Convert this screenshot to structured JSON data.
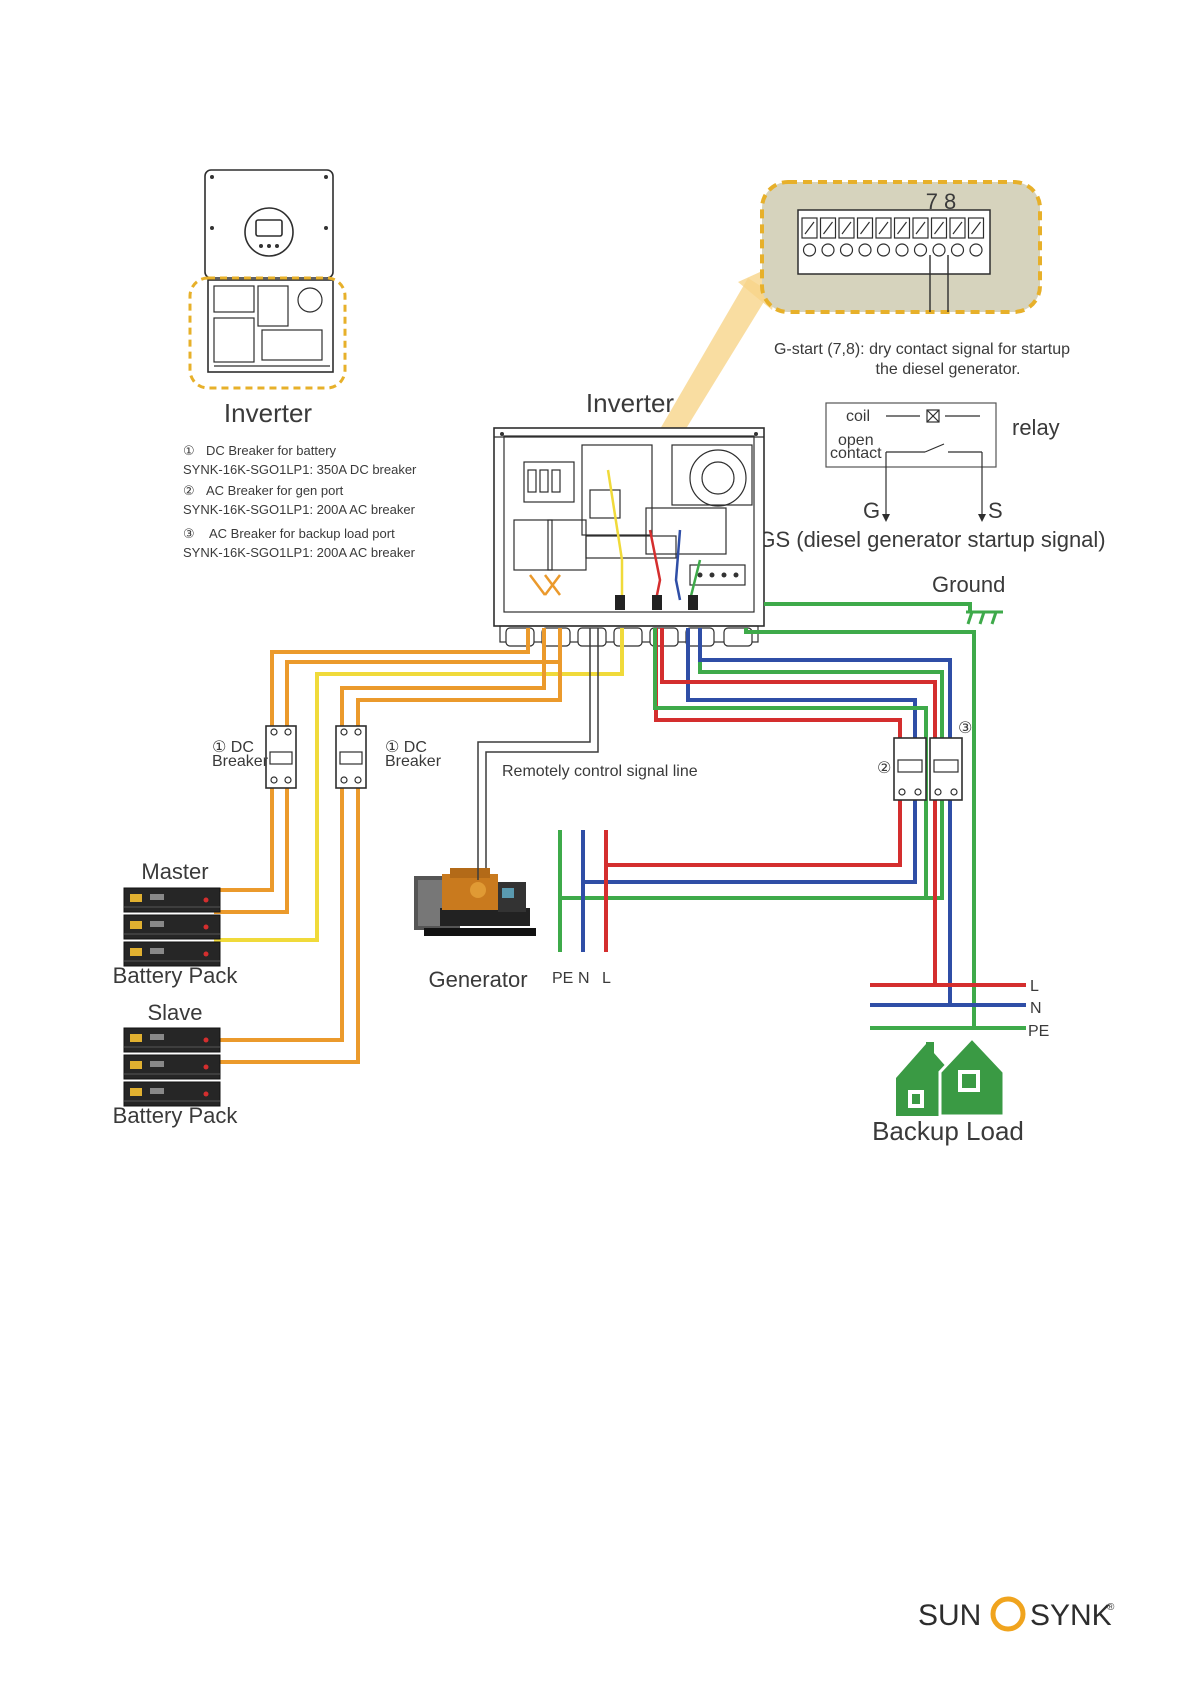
{
  "labels": {
    "inverter_top": "Inverter",
    "inverter_main": "Inverter",
    "terminal_numbers": "7 8",
    "gstart_line1": "G-start (7,8): dry contact signal for startup",
    "gstart_line2": "the diesel generator.",
    "relay": "relay",
    "coil": "coil",
    "open_contact_1": "open",
    "open_contact_2": "contact",
    "g": "G",
    "s": "S",
    "gs_signal": "GS (diesel generator startup signal)",
    "ground": "Ground",
    "dc_breaker_left_1": "① DC",
    "dc_breaker_left_2": "Breaker",
    "dc_breaker_right_1": "① DC",
    "dc_breaker_right_2": "Breaker",
    "remote_signal": "Remotely control signal line",
    "master": "Master",
    "battery_pack_1": "Battery Pack",
    "slave": "Slave",
    "battery_pack_2": "Battery Pack",
    "generator": "Generator",
    "gen_pe": "PE",
    "gen_n": "N",
    "gen_l": "L",
    "load_l": "L",
    "load_n": "N",
    "load_pe": "PE",
    "backup_load": "Backup Load",
    "marker_2": "②",
    "marker_3": "③"
  },
  "legend": [
    {
      "num": "①",
      "title": "DC Breaker for battery",
      "detail": "SYNK-16K-SGO1LP1: 350A DC breaker"
    },
    {
      "num": "②",
      "title": "AC Breaker for gen port",
      "detail": "SYNK-16K-SGO1LP1: 200A AC breaker"
    },
    {
      "num": "③",
      "title": "AC Breaker for backup load port",
      "detail": "SYNK-16K-SGO1LP1: 200A AC breaker"
    }
  ],
  "brand": {
    "left": "SUN",
    "right": "SYNK",
    "mark": "®"
  },
  "colors": {
    "battery_wire": "#eb9a2c",
    "yellow_wire": "#f0da3a",
    "ground_wire": "#3eaa4a",
    "neutral_wire": "#2f4ea6",
    "live_wire": "#d42e2e",
    "highlight_box": "#e7b02a",
    "highlight_fill": "#d6d3bd",
    "house": "#3a9a44",
    "brand_accent": "#f0a41e"
  },
  "icons": {
    "inverter_front": "inverter-front-icon",
    "inverter_wiring": "inverter-wiring-icon",
    "terminal_block": "terminal-block-icon",
    "relay": "relay-icon",
    "ground_symbol": "ground-icon",
    "breaker": "breaker-icon",
    "battery": "battery-module-icon",
    "generator": "diesel-generator-icon",
    "house": "house-icon",
    "brand_logo": "sunsynk-logo-icon"
  }
}
